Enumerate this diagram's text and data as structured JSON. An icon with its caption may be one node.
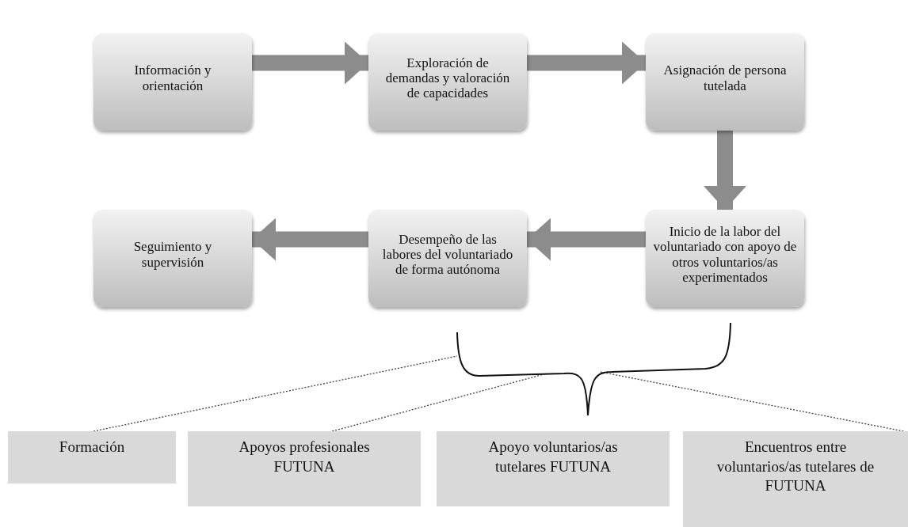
{
  "diagram": {
    "nodes": [
      {
        "text": [
          "Información y orientación"
        ]
      },
      {
        "text": [
          "Exploración de demandas y valoración de capacidades"
        ]
      },
      {
        "text": [
          "Asignación de persona tutelada"
        ]
      },
      {
        "text": [
          "Inicio de la labor del voluntariado con apoyo de otros voluntarios/as experimentados"
        ]
      },
      {
        "text": [
          "Desempeño de las labores del voluntariado de forma autónoma"
        ]
      },
      {
        "text": [
          "Seguimiento y supervisión"
        ]
      },
      {
        "text": [
          "Formación"
        ]
      },
      {
        "text": [
          "Apoyos profesionales FUTUNA"
        ]
      },
      {
        "text": [
          "Apoyo voluntarios/as tutelares FUTUNA"
        ]
      },
      {
        "text": [
          "Encuentros entre voluntarios/as tutelares de FUTUNA"
        ]
      },
      {
        "text": [],
        "shape": "brace"
      }
    ],
    "edges": [
      {
        "from": 0,
        "to": 1,
        "arrow": "to"
      },
      {
        "from": 1,
        "to": 2,
        "arrow": "to"
      },
      {
        "from": 2,
        "to": 3,
        "arrow": "to"
      },
      {
        "from": 3,
        "to": 4,
        "arrow": "to"
      },
      {
        "from": 4,
        "to": 5,
        "arrow": "to"
      },
      {
        "from": 6,
        "to": 10,
        "arrow": "none",
        "style": "dashed",
        "color": "#404040"
      },
      {
        "from": 7,
        "to": 10,
        "arrow": "none",
        "style": "dashed",
        "color": "#404040"
      },
      {
        "from": 9,
        "to": 10,
        "arrow": "none",
        "style": "dashed",
        "color": "#404040"
      }
    ]
  }
}
